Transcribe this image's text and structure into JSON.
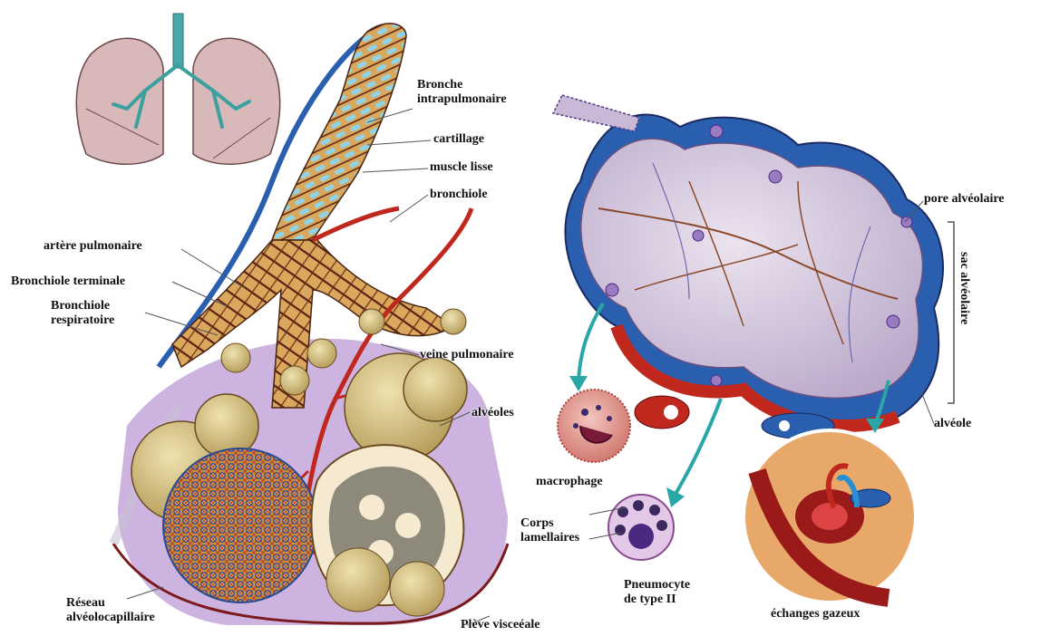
{
  "labels": {
    "bronche_line1": "Bronche",
    "bronche_line2": "intrapulmonaire",
    "cartillage": "cartillage",
    "muscle_lisse": "muscle lisse",
    "bronchiole": "bronchiole",
    "artere_pulmonaire": "artère pulmonaire",
    "bronchiole_terminale": "Bronchiole terminale",
    "bronchiole_resp_line1": "Bronchiole",
    "bronchiole_resp_line2": "respiratoire",
    "veine_pulmonaire": "veine pulmonaire",
    "alveoles": "alvéoles",
    "macrophage": "macrophage",
    "corps_line1": "Corps",
    "corps_line2": "lamellaires",
    "pneumocyte_line1": "Pneumocyte",
    "pneumocyte_line2": "de type II",
    "reseau_line1": "Réseau",
    "reseau_line2": "alvéolocapillaire",
    "plevre": "Plève visceéale",
    "echanges": "échanges gazeux",
    "pore": "pore alvéolaire",
    "sac": "sac alvéolaire",
    "alveole": "alvéole"
  },
  "colors": {
    "artery": "#c0281e",
    "vein": "#2a5fb0",
    "cartilage": "#8fd3e8",
    "bronchus": "#d9a85c",
    "alveolus": "#c9b9d6",
    "pleura": "#d8c6e6",
    "arrow": "#2aa6a6",
    "lung": "#d8b8b8"
  }
}
